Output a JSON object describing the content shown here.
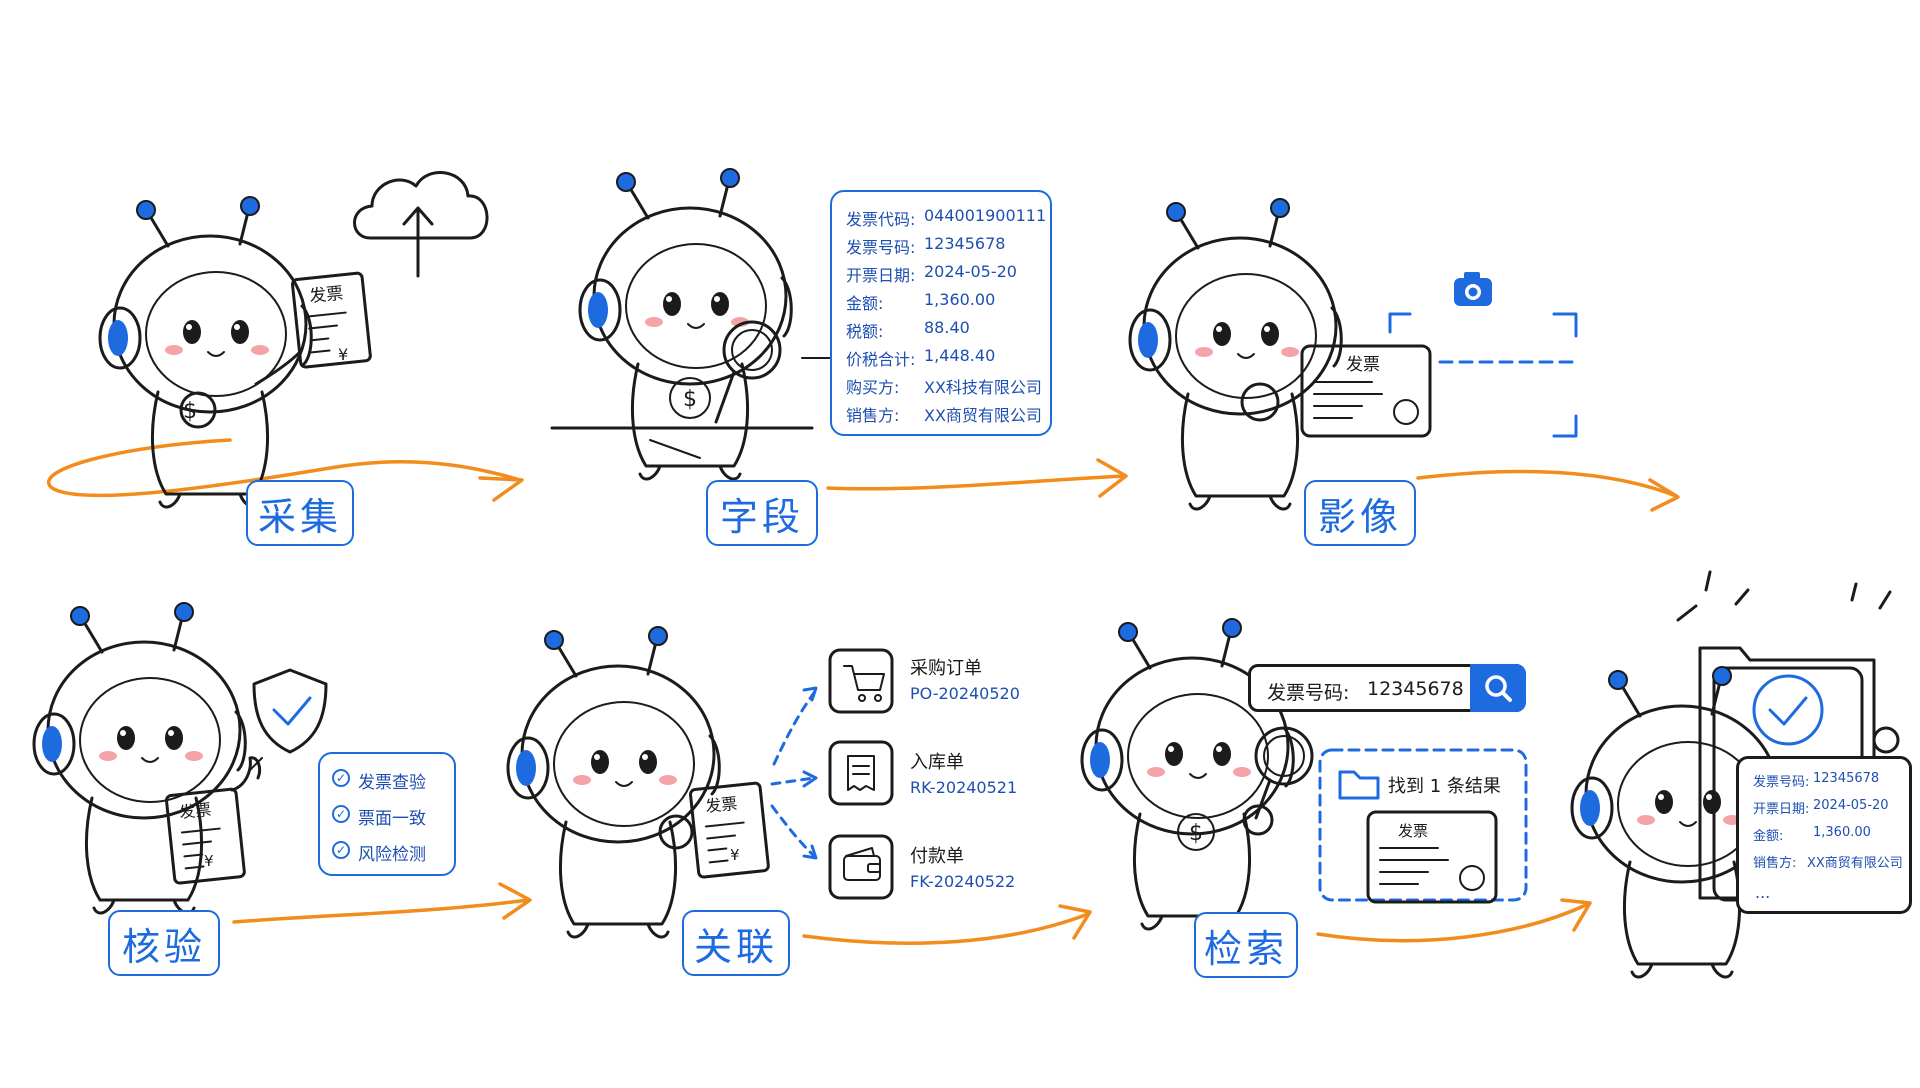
{
  "steps": [
    {
      "label": "采集"
    },
    {
      "label": "字段"
    },
    {
      "label": "影像"
    },
    {
      "label": "核验"
    },
    {
      "label": "关联"
    },
    {
      "label": "检索"
    }
  ],
  "invoice_doc_title": "发票",
  "yen_sign": "¥",
  "dollar_sign": "$",
  "fields_card": {
    "rows": [
      {
        "key": "发票代码:",
        "value": "044001900111"
      },
      {
        "key": "发票号码:",
        "value": "12345678"
      },
      {
        "key": "开票日期:",
        "value": "2024-05-20"
      },
      {
        "key": "金额:",
        "value": "1,360.00"
      },
      {
        "key": "税额:",
        "value": "88.40"
      },
      {
        "key": "价税合计:",
        "value": "1,448.40"
      },
      {
        "key": "购买方:",
        "value": "XX科技有限公司"
      },
      {
        "key": "销售方:",
        "value": "XX商贸有限公司"
      }
    ]
  },
  "verify_checks": [
    "发票查验",
    "票面一致",
    "风险检测"
  ],
  "linked_docs": [
    {
      "title": "采购订单",
      "code": "PO-20240520",
      "icon": "cart-icon"
    },
    {
      "title": "入库单",
      "code": "RK-20240521",
      "icon": "receipt-icon"
    },
    {
      "title": "付款单",
      "code": "FK-20240522",
      "icon": "wallet-icon"
    }
  ],
  "search": {
    "label": "发票号码:",
    "value": "12345678",
    "result": "找到 1 条结果"
  },
  "final_card": {
    "rows": [
      {
        "key": "发票号码:",
        "value": "12345678"
      },
      {
        "key": "开票日期:",
        "value": "2024-05-20"
      },
      {
        "key": "金额:",
        "value": "1,360.00"
      },
      {
        "key": "销售方:",
        "value": "XX商贸有限公司"
      }
    ],
    "more": "..."
  },
  "colors": {
    "accent": "#1e6be0",
    "arrow": "#f28c1c",
    "ink": "#1b1b1b",
    "blush": "#f4a3a8"
  }
}
